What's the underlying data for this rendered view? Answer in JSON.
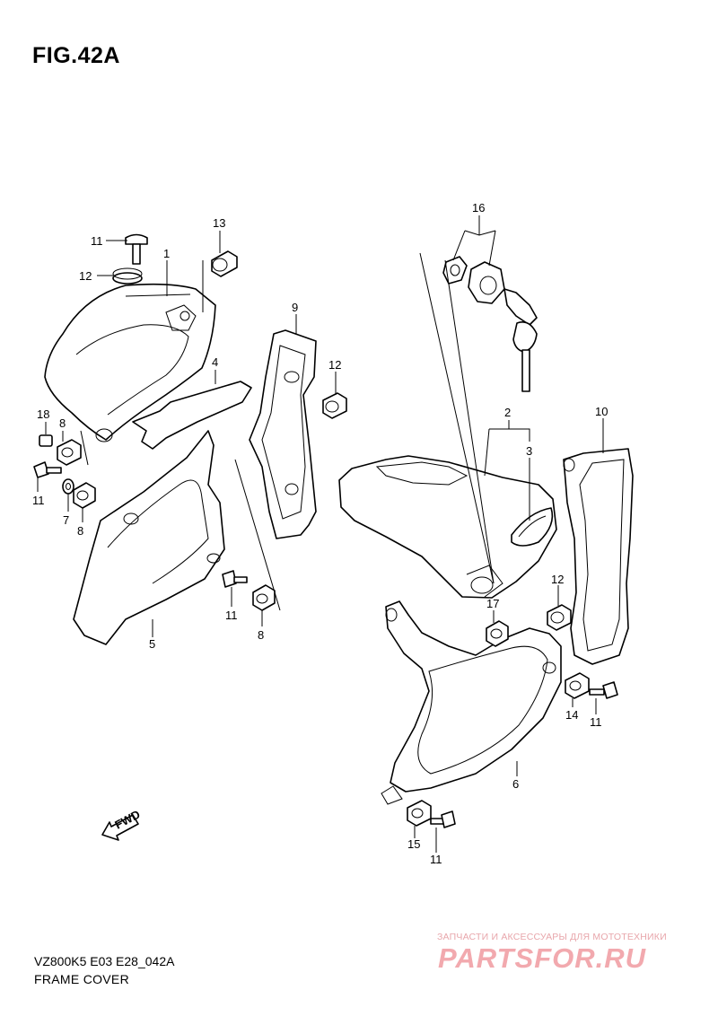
{
  "figure": {
    "title": "FIG.42A",
    "footer_code": "VZ800K5 E03 E28_042A",
    "footer_name": "FRAME COVER"
  },
  "watermark": {
    "tagline": "ЗАПЧАСТИ И АКСЕССУАРЫ ДЛЯ МОТОТЕХНИКИ",
    "brand": "PARTSFOR.RU"
  },
  "direction_arrow": {
    "label": "FWD",
    "icon": "fwd-arrow-icon"
  },
  "callouts": [
    {
      "id": "c11a",
      "label": "11"
    },
    {
      "id": "c12a",
      "label": "12"
    },
    {
      "id": "c1",
      "label": "1"
    },
    {
      "id": "c13",
      "label": "13"
    },
    {
      "id": "c4",
      "label": "4"
    },
    {
      "id": "c18",
      "label": "18"
    },
    {
      "id": "c8a",
      "label": "8"
    },
    {
      "id": "c11b",
      "label": "11"
    },
    {
      "id": "c7",
      "label": "7"
    },
    {
      "id": "c8b",
      "label": "8"
    },
    {
      "id": "c5",
      "label": "5"
    },
    {
      "id": "c9",
      "label": "9"
    },
    {
      "id": "c12b",
      "label": "12"
    },
    {
      "id": "c11c",
      "label": "11"
    },
    {
      "id": "c8c",
      "label": "8"
    },
    {
      "id": "c16",
      "label": "16"
    },
    {
      "id": "c2",
      "label": "2"
    },
    {
      "id": "c3",
      "label": "3"
    },
    {
      "id": "c10",
      "label": "10"
    },
    {
      "id": "c12c",
      "label": "12"
    },
    {
      "id": "c17",
      "label": "17"
    },
    {
      "id": "c14",
      "label": "14"
    },
    {
      "id": "c11d",
      "label": "11"
    },
    {
      "id": "c6",
      "label": "6"
    },
    {
      "id": "c15",
      "label": "15"
    },
    {
      "id": "c11e",
      "label": "11"
    }
  ]
}
